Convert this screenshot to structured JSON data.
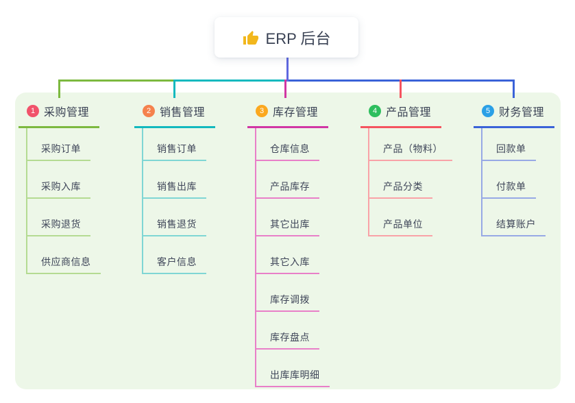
{
  "root": {
    "icon": "thumbs-up-icon",
    "label": "ERP 后台"
  },
  "colors": {
    "page_bg": "#FFFFFF",
    "panel_bg": "#EDF7E8",
    "root_line": "#5F68E0",
    "root_text": "#3A4254",
    "header_text": "#3A4254",
    "leaf_text": "#3F4659",
    "thumb_icon": "#F2B71D"
  },
  "branches": [
    {
      "badge": "1",
      "label": "采购管理",
      "color": "#7CB93F",
      "light_color": "#B4DB92",
      "badge_color": "#F1536B",
      "items": [
        "采购订单",
        "采购入库",
        "采购退货",
        "供应商信息"
      ]
    },
    {
      "badge": "2",
      "label": "销售管理",
      "color": "#12B9BE",
      "light_color": "#7FD6D4",
      "badge_color": "#F5824D",
      "items": [
        "销售订单",
        "销售出库",
        "销售退货",
        "客户信息"
      ]
    },
    {
      "badge": "3",
      "label": "库存管理",
      "color": "#D136A4",
      "light_color": "#E87FC8",
      "badge_color": "#FBA81F",
      "items": [
        "仓库信息",
        "产品库存",
        "其它出库",
        "其它入库",
        "库存调拨",
        "库存盘点",
        "出库库明细"
      ]
    },
    {
      "badge": "4",
      "label": "产品管理",
      "color": "#F5535F",
      "light_color": "#F9A2A7",
      "badge_color": "#2EBE5E",
      "items": [
        "产品（物料）",
        "产品分类",
        "产品单位"
      ]
    },
    {
      "badge": "5",
      "label": "财务管理",
      "color": "#3A62D8",
      "light_color": "#97A9E5",
      "badge_color": "#2BA0E6",
      "items": [
        "回款单",
        "付款单",
        "结算账户"
      ]
    }
  ]
}
